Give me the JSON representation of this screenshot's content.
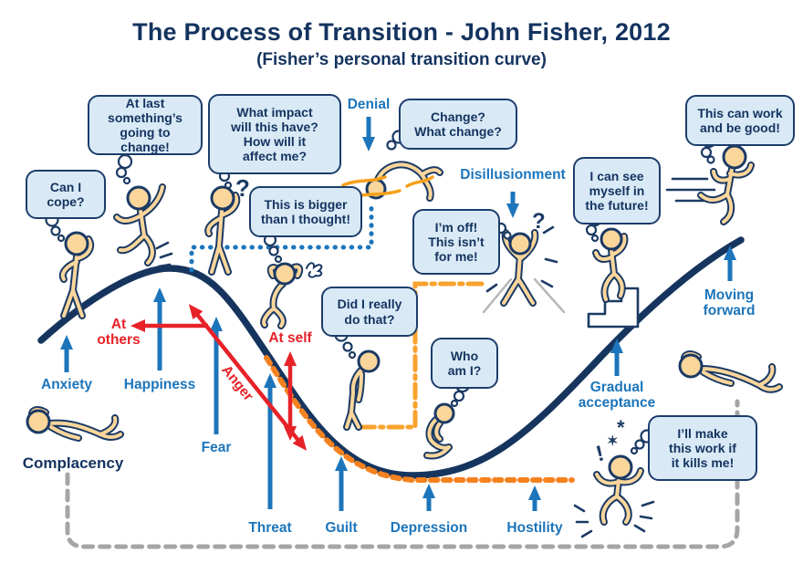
{
  "title": "The Process of Transition - John Fisher, 2012",
  "subtitle": "(Fisher’s personal transition curve)",
  "bubbles": {
    "can_i_cope": "Can I\ncope?",
    "at_last": "At last\nsomething’s\ngoing to change!",
    "what_impact": "What impact\nwill this have?\nHow will it\naffect me?",
    "bigger": "This is bigger\nthan I thought!",
    "what_change": "Change?\nWhat change?",
    "im_off": "I’m off!\nThis isn’t\nfor me!",
    "did_i": "Did I really\ndo that?",
    "who_am_i": "Who\nam I?",
    "future": "I can see\nmyself in\nthe future!",
    "can_work": "This can work\nand be good!",
    "kills_me": "I’ll make\nthis work if\nit kills me!"
  },
  "labels": {
    "anxiety": "Anxiety",
    "happiness": "Happiness",
    "fear": "Fear",
    "threat": "Threat",
    "guilt": "Guilt",
    "depression": "Depression",
    "hostility": "Hostility",
    "gradual_acceptance": "Gradual\nacceptance",
    "moving_forward": "Moving\nforward",
    "denial": "Denial",
    "disillusionment": "Disillusionment",
    "complacency": "Complacency",
    "at_others": "At\nothers",
    "at_self": "At self",
    "anger": "Anger"
  },
  "glyphs": {
    "question": "?",
    "exclamation": "!",
    "star": "✶",
    "asterisk": "*"
  },
  "colors": {
    "navy": "#16355e",
    "blue": "#1c75bb",
    "red": "#e62228",
    "bubble_fill": "#d9eaf6",
    "figure_fill": "#fbd69b",
    "orange_dotted": "#f5821f",
    "orange_dashdot": "#f9a32e",
    "grey_dashed": "#a5a5a5"
  }
}
